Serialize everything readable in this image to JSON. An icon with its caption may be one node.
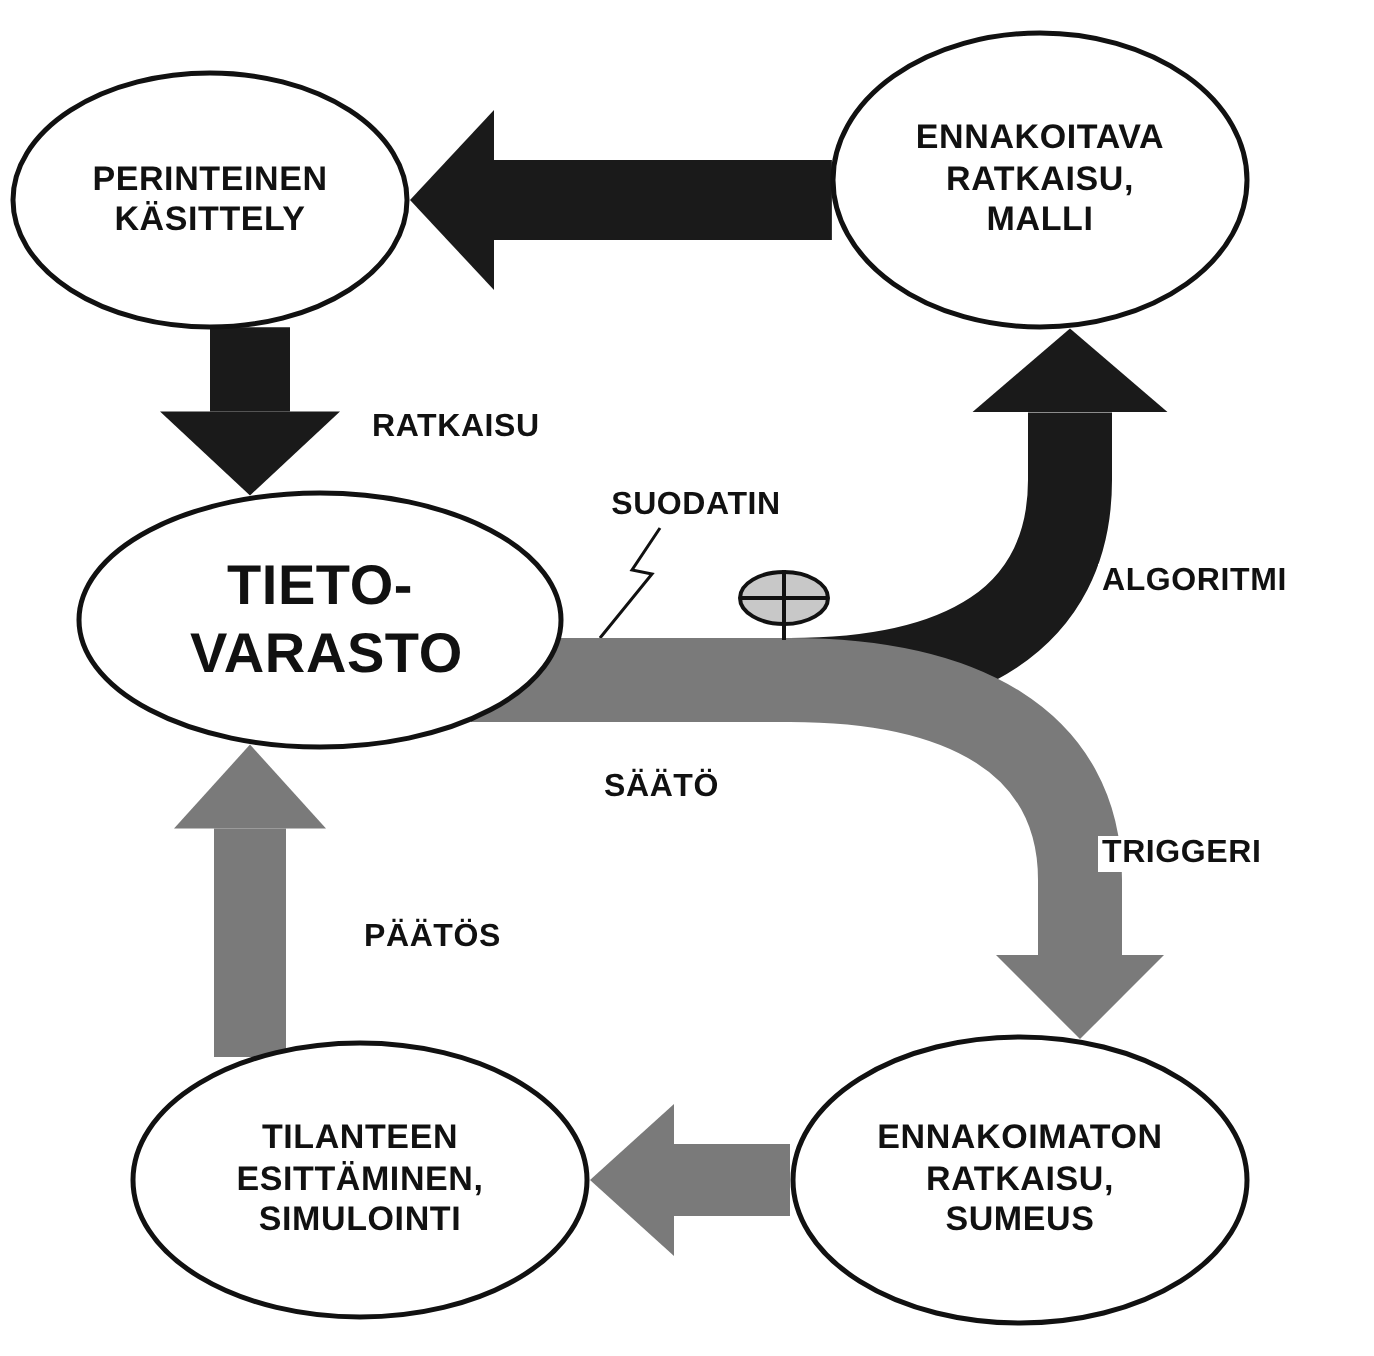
{
  "diagram": {
    "nodes": [
      {
        "text": [
          "PERINTEINEN KÄSITTELY"
        ]
      },
      {
        "text": [
          "ENNAKOITAVA RATKAISU, MALLI"
        ]
      },
      {
        "text": [
          "TIETO-VARASTO"
        ]
      },
      {
        "text": [
          "TILANTEEN ESITTÄMINEN, SIMULOINTI"
        ]
      },
      {
        "text": [
          "ENNAKOIMATON RATKAISU, SUMEUS"
        ]
      },
      {
        "text": [
          "SUODATIN"
        ]
      }
    ],
    "edges": [
      {
        "from": 1,
        "to": 0,
        "arrow": "to",
        "color": "#1a1a1a"
      },
      {
        "from": 0,
        "to": 2,
        "arrow": "to",
        "label": "RATKAISU",
        "color": "#1a1a1a"
      },
      {
        "from": 2,
        "to": 1,
        "arrow": "to",
        "label": "ALGORITMI",
        "color": "#1a1a1a"
      },
      {
        "from": 2,
        "to": 4,
        "arrow": "to",
        "label": "TRIGGERI",
        "color": "#7a7a7a"
      },
      {
        "from": 4,
        "to": 3,
        "arrow": "to",
        "color": "#7a7a7a"
      },
      {
        "from": 3,
        "to": 2,
        "arrow": "to",
        "label": "PÄÄTÖS",
        "color": "#7a7a7a"
      },
      {
        "from": 5,
        "to": null,
        "arrow": "none"
      }
    ],
    "labels": [
      "SÄÄTÖ"
    ]
  }
}
